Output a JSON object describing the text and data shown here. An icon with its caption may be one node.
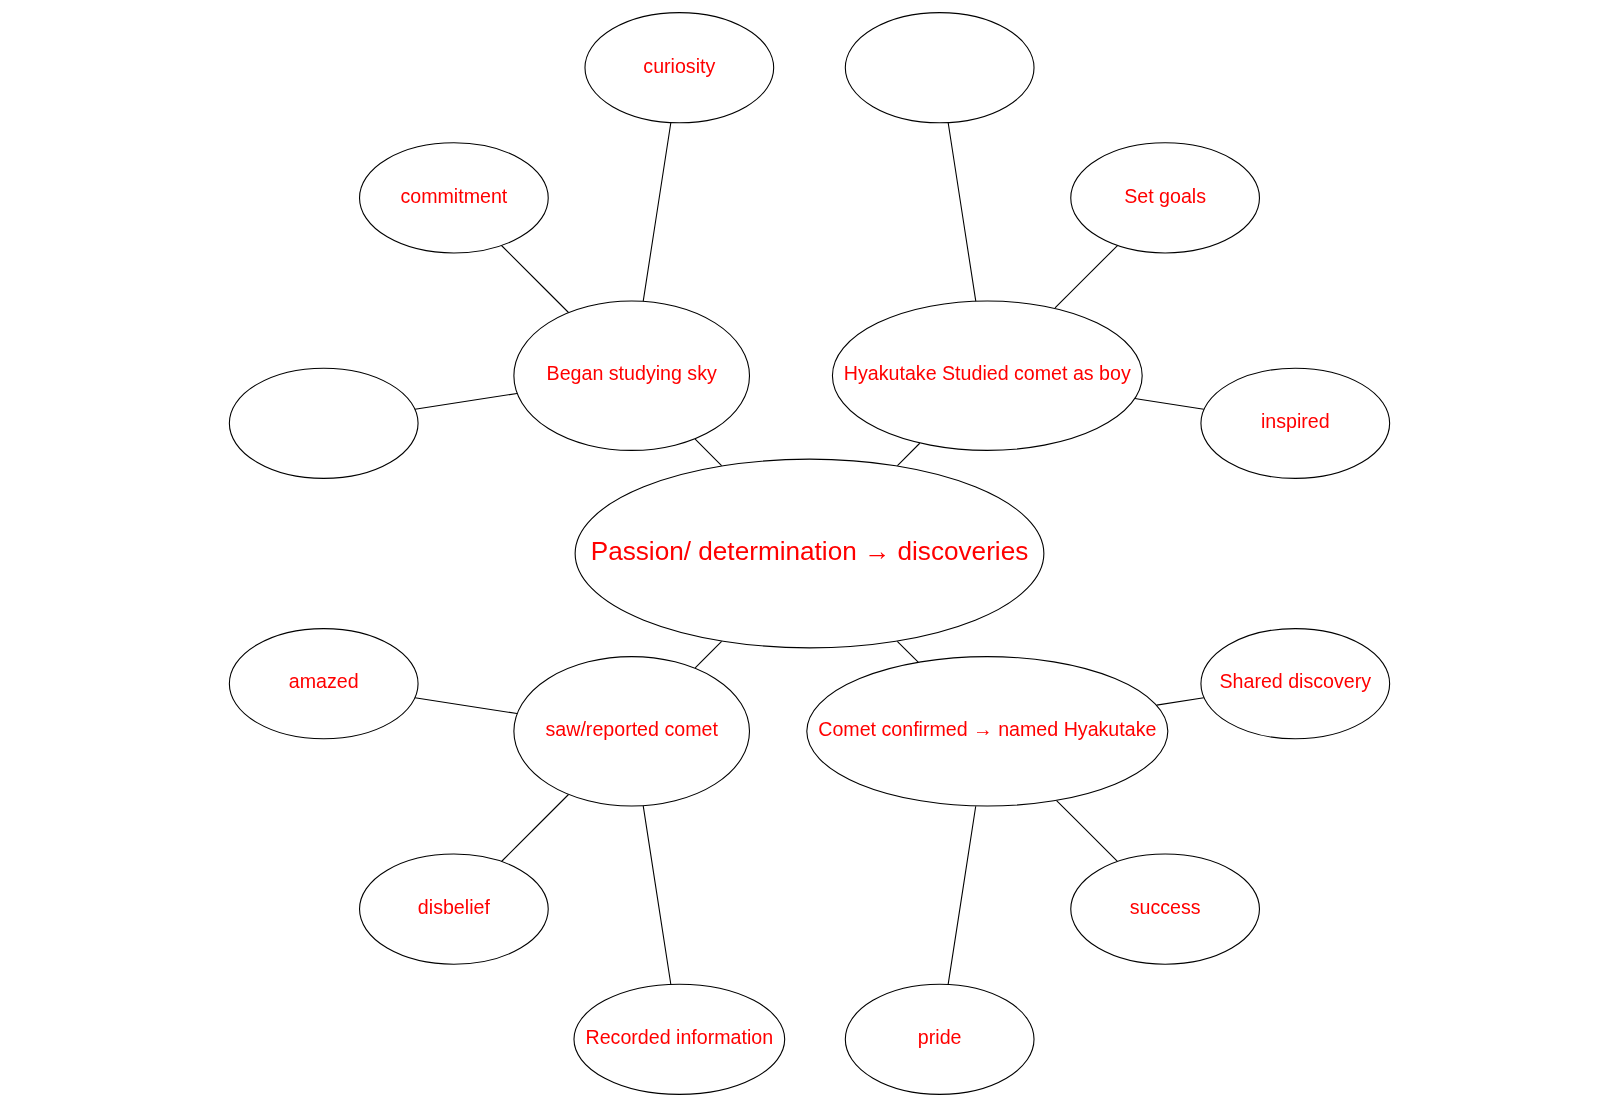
{
  "diagram": {
    "nodes": [
      {
        "text": [
          "Passion/ determination → discoveries"
        ]
      },
      {
        "text": [
          "Hyakutake Studied comet as boy"
        ]
      },
      {
        "text": [
          "inspired"
        ]
      },
      {
        "text": [
          "Set goals"
        ]
      },
      {
        "text": [],
        "shape": "ellipse"
      },
      {
        "text": [
          "Began studying sky"
        ]
      },
      {
        "text": [
          "curiosity"
        ]
      },
      {
        "text": [
          "commitment"
        ]
      },
      {
        "text": [],
        "shape": "ellipse"
      },
      {
        "text": [
          "saw/reported comet"
        ]
      },
      {
        "text": [
          "amazed"
        ]
      },
      {
        "text": [
          "disbelief"
        ]
      },
      {
        "text": [
          "Recorded information"
        ]
      },
      {
        "text": [
          "Comet confirmed → named Hyakutake"
        ]
      },
      {
        "text": [
          "pride"
        ]
      },
      {
        "text": [
          "success"
        ]
      },
      {
        "text": [
          "Shared discovery"
        ]
      }
    ],
    "edges": [
      {
        "from": 0,
        "to": 1,
        "arrow": "none"
      },
      {
        "from": 1,
        "to": 2,
        "arrow": "none"
      },
      {
        "from": 1,
        "to": 3,
        "arrow": "none"
      },
      {
        "from": 1,
        "to": 4,
        "arrow": "none"
      },
      {
        "from": 0,
        "to": 5,
        "arrow": "none"
      },
      {
        "from": 5,
        "to": 6,
        "arrow": "none"
      },
      {
        "from": 5,
        "to": 7,
        "arrow": "none"
      },
      {
        "from": 5,
        "to": 8,
        "arrow": "none"
      },
      {
        "from": 0,
        "to": 9,
        "arrow": "none"
      },
      {
        "from": 9,
        "to": 10,
        "arrow": "none"
      },
      {
        "from": 9,
        "to": 11,
        "arrow": "none"
      },
      {
        "from": 9,
        "to": 12,
        "arrow": "none"
      },
      {
        "from": 0,
        "to": 13,
        "arrow": "none"
      },
      {
        "from": 13,
        "to": 14,
        "arrow": "none"
      },
      {
        "from": 13,
        "to": 15,
        "arrow": "none"
      },
      {
        "from": 13,
        "to": 16,
        "arrow": "none"
      }
    ]
  }
}
